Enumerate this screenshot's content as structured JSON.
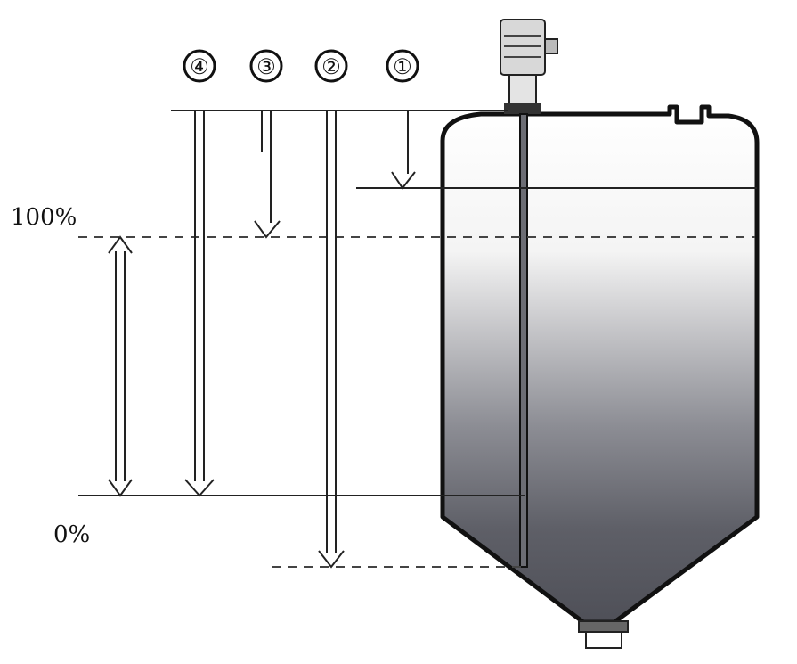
{
  "callouts": [
    {
      "label": "④"
    },
    {
      "label": "③"
    },
    {
      "label": "②"
    },
    {
      "label": "①"
    }
  ],
  "scale": {
    "top_label": "100%",
    "bottom_label": "0%"
  },
  "colors": {
    "ink": "#222222",
    "fill_top": "#ffffff",
    "fill_bottom": "#4f5058",
    "sensor_body": "#d8d8d8"
  }
}
